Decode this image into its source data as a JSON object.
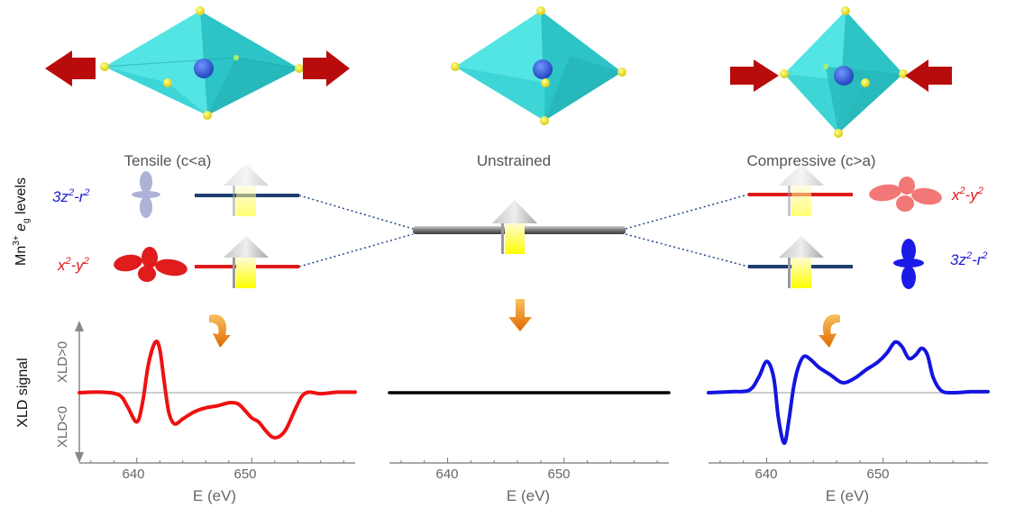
{
  "colors": {
    "octahedron": "#3fd6d6",
    "mn_atom": "#2a5bd8",
    "oxygen": "#e8e010",
    "strain_arrow": "#b80c0c",
    "level_red": "#e01818",
    "level_blue": "#1f3f6f",
    "level_gray": "#777777",
    "spin_arrow": "#ffee00",
    "process_arrow": "#f08a10",
    "tensile_signal": "#ee1111",
    "unstrained_signal": "#000000",
    "compressive_signal": "#1414e0"
  },
  "labels": {
    "tensile": "Tensile (c<a)",
    "unstrained": "Unstrained",
    "compressive": "Compressive (c>a)",
    "orb_3z_main": "3z",
    "orb_3z_mid": "-r",
    "orb_x_main": "x",
    "orb_y_mid": "-y",
    "sup2": "2",
    "levels_prefix": "Mn",
    "levels_sup": "3+",
    "levels_e": "e",
    "levels_sub": "g",
    "levels_suffix": " levels",
    "xld_signal": "XLD signal",
    "xld_pos": "XLD>0",
    "xld_neg": "XLD<0",
    "xlabel": "E (eV)",
    "tick_640": "640",
    "tick_650": "650"
  },
  "chart_data": [
    {
      "type": "line",
      "panel": "tensile",
      "xlabel": "E (eV)",
      "ylabel": "XLD signal",
      "xlim": [
        635,
        659
      ],
      "ylim": [
        -1,
        1
      ],
      "xticks": [
        640,
        650
      ],
      "series": [
        {
          "x": [
            635,
            637,
            638.5,
            639.2,
            640,
            640.5,
            641,
            641.6,
            642,
            642.4,
            642.8,
            643.3,
            644,
            645,
            646,
            647,
            648,
            648.8,
            649.4,
            650,
            650.6,
            651.2,
            651.8,
            652.4,
            653,
            653.8,
            654.4,
            655,
            656,
            657.5,
            659
          ],
          "y": [
            0,
            0.01,
            -0.05,
            -0.28,
            -0.58,
            -0.2,
            0.55,
            1.0,
            0.86,
            0.2,
            -0.4,
            -0.62,
            -0.52,
            -0.38,
            -0.3,
            -0.26,
            -0.2,
            -0.22,
            -0.35,
            -0.5,
            -0.58,
            -0.75,
            -0.88,
            -0.87,
            -0.72,
            -0.32,
            -0.06,
            0.01,
            -0.02,
            0.01,
            0.01
          ]
        }
      ]
    },
    {
      "type": "line",
      "panel": "unstrained",
      "xlabel": "E (eV)",
      "xlim": [
        635,
        659
      ],
      "ylim": [
        -1,
        1
      ],
      "xticks": [
        640,
        650
      ],
      "series": [
        {
          "x": [
            635,
            659
          ],
          "y": [
            0,
            0
          ]
        }
      ]
    },
    {
      "type": "line",
      "panel": "compressive",
      "xlabel": "E (eV)",
      "xlim": [
        635,
        659
      ],
      "ylim": [
        -1,
        1
      ],
      "xticks": [
        640,
        650
      ],
      "series": [
        {
          "x": [
            635,
            637,
            638.5,
            639.3,
            640,
            640.6,
            641,
            641.5,
            641.9,
            642.3,
            642.7,
            643.2,
            643.8,
            644.5,
            645.5,
            646.5,
            647.5,
            648.5,
            649.5,
            650.3,
            651,
            651.6,
            652.2,
            652.8,
            653.3,
            653.8,
            654.3,
            655,
            656,
            657.5,
            659
          ],
          "y": [
            0,
            0.02,
            0.05,
            0.3,
            0.62,
            0.3,
            -0.5,
            -1.0,
            -0.55,
            0.1,
            0.5,
            0.72,
            0.65,
            0.5,
            0.35,
            0.2,
            0.28,
            0.45,
            0.6,
            0.78,
            1.0,
            0.92,
            0.68,
            0.75,
            0.88,
            0.75,
            0.3,
            0.04,
            0.0,
            0.02,
            0.02
          ]
        }
      ]
    }
  ]
}
